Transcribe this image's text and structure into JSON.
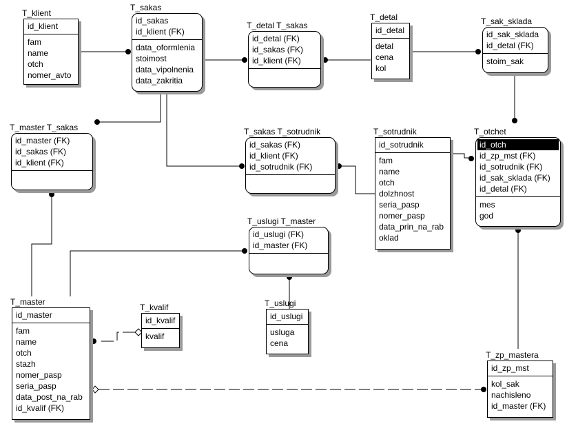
{
  "diagram": {
    "entities": [
      {
        "id": "T_klient",
        "title": "T_klient",
        "dependent": false,
        "keys": [
          "id_klient"
        ],
        "attrs": [
          "fam",
          "name",
          "otch",
          "nomer_avto"
        ]
      },
      {
        "id": "T_sakas",
        "title": "T_sakas",
        "dependent": true,
        "keys": [
          "id_sakas",
          "id_klient (FK)"
        ],
        "attrs": [
          "data_oformlenia",
          "stoimost",
          "data_vipolnenia",
          "data_zakritia"
        ]
      },
      {
        "id": "T_detal_T_sakas",
        "title": "T_detal T_sakas",
        "dependent": true,
        "keys": [
          "id_detal (FK)",
          "id_sakas (FK)",
          "id_klient (FK)"
        ],
        "attrs": []
      },
      {
        "id": "T_detal",
        "title": "T_detal",
        "dependent": false,
        "keys": [
          "id_detal"
        ],
        "attrs": [
          "detal",
          "cena",
          "kol"
        ]
      },
      {
        "id": "T_sak_sklada",
        "title": "T_sak_sklada",
        "dependent": true,
        "keys": [
          "id_sak_sklada",
          "id_detal (FK)"
        ],
        "attrs": [
          "stoim_sak"
        ]
      },
      {
        "id": "T_master_T_sakas",
        "title": "T_master T_sakas",
        "dependent": true,
        "keys": [
          "id_master (FK)",
          "id_sakas (FK)",
          "id_klient (FK)"
        ],
        "attrs": []
      },
      {
        "id": "T_sakas_T_sotrudnik",
        "title": "T_sakas T_sotrudnik",
        "dependent": true,
        "keys": [
          "id_sakas (FK)",
          "id_klient (FK)",
          "id_sotrudnik (FK)"
        ],
        "attrs": []
      },
      {
        "id": "T_sotrudnik",
        "title": "T_sotrudnik",
        "dependent": false,
        "keys": [
          "id_sotrudnik"
        ],
        "attrs": [
          "fam",
          "name",
          "otch",
          "dolzhnost",
          "seria_pasp",
          "nomer_pasp",
          "data_prin_na_rab",
          "oklad"
        ]
      },
      {
        "id": "T_otchet",
        "title": "T_otchet",
        "dependent": true,
        "keys": [
          "id_otch",
          "id_zp_mst (FK)",
          "id_sotrudnik (FK)",
          "id_sak_sklada (FK)",
          "id_detal (FK)"
        ],
        "attrs": [
          "mes",
          "god"
        ],
        "selected_key": "id_otch"
      },
      {
        "id": "T_uslugi_T_master",
        "title": "T_uslugi T_master",
        "dependent": true,
        "keys": [
          "id_uslugi (FK)",
          "id_master (FK)"
        ],
        "attrs": []
      },
      {
        "id": "T_uslugi",
        "title": "T_uslugi",
        "dependent": false,
        "keys": [
          "id_uslugi"
        ],
        "attrs": [
          "usluga",
          "cena"
        ]
      },
      {
        "id": "T_master",
        "title": "T_master",
        "dependent": false,
        "keys": [
          "id_master"
        ],
        "attrs": [
          "fam",
          "name",
          "otch",
          "stazh",
          "nomer_pasp",
          "seria_pasp",
          "data_post_na_rab",
          "id_kvalif (FK)"
        ]
      },
      {
        "id": "T_kvalif",
        "title": "T_kvalif",
        "dependent": false,
        "keys": [
          "id_kvalif"
        ],
        "attrs": [
          "kvalif"
        ]
      },
      {
        "id": "T_zp_mastera",
        "title": "T_zp_mastera",
        "dependent": false,
        "keys": [
          "id_zp_mst"
        ],
        "attrs": [
          "kol_sak",
          "nachisleno",
          "id_master (FK)"
        ]
      }
    ],
    "relationships": [
      {
        "parent": "T_klient",
        "child": "T_sakas",
        "type": "identifying"
      },
      {
        "parent": "T_sakas",
        "child": "T_detal_T_sakas",
        "type": "identifying"
      },
      {
        "parent": "T_detal",
        "child": "T_detal_T_sakas",
        "type": "identifying"
      },
      {
        "parent": "T_detal",
        "child": "T_sak_sklada",
        "type": "identifying"
      },
      {
        "parent": "T_sak_sklada",
        "child": "T_otchet",
        "type": "identifying"
      },
      {
        "parent": "T_sakas",
        "child": "T_master_T_sakas",
        "type": "identifying"
      },
      {
        "parent": "T_sakas",
        "child": "T_sakas_T_sotrudnik",
        "type": "identifying"
      },
      {
        "parent": "T_sotrudnik",
        "child": "T_sakas_T_sotrudnik",
        "type": "identifying"
      },
      {
        "parent": "T_sotrudnik",
        "child": "T_otchet",
        "type": "identifying"
      },
      {
        "parent": "T_master",
        "child": "T_master_T_sakas",
        "type": "identifying"
      },
      {
        "parent": "T_master",
        "child": "T_uslugi_T_master",
        "type": "identifying"
      },
      {
        "parent": "T_uslugi",
        "child": "T_uslugi_T_master",
        "type": "identifying"
      },
      {
        "parent": "T_zp_mastera",
        "child": "T_otchet",
        "type": "identifying"
      },
      {
        "parent": "T_kvalif",
        "child": "T_master",
        "type": "non-identifying-optional"
      },
      {
        "parent": "T_master",
        "child": "T_zp_mastera",
        "type": "non-identifying-dashed"
      }
    ]
  }
}
